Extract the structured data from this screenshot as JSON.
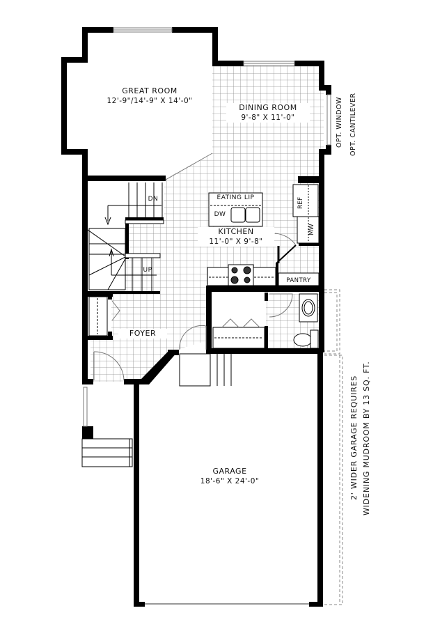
{
  "plan": {
    "type": "floor plan",
    "rooms": {
      "great_room": {
        "name": "GREAT ROOM",
        "dims": "12'-9\"/14'-9\" X 14'-0\""
      },
      "dining_room": {
        "name": "DINING ROOM",
        "dims": "9'-8\" X 11'-0\""
      },
      "kitchen": {
        "name": "KITCHEN",
        "dims": "11'-0\" X 9'-8\""
      },
      "foyer": {
        "name": "FOYER"
      },
      "pantry": {
        "name": "PANTRY"
      },
      "garage": {
        "name": "GARAGE",
        "dims": "18'-6\" X 24'-0\""
      }
    },
    "fixtures": {
      "eating_lip": "EATING LIP",
      "dishwasher": "DW",
      "refrigerator": "REF",
      "microwave": "MW",
      "stairs_down": "DN",
      "stairs_up": "UP"
    },
    "notes": {
      "opt_window": "OPT. WINDOW",
      "opt_cantilever": "OPT. CANTILEVER",
      "garage_note_line1": "2' WIDER GARAGE REQUIRES",
      "garage_note_line2": "WIDENING MUDROOM BY 13 SQ. FT."
    },
    "colors": {
      "wall": "#000000",
      "tile_grid": "#8a8a8a",
      "background": "#ffffff",
      "dashed_outline": "#8a8a8a"
    }
  }
}
